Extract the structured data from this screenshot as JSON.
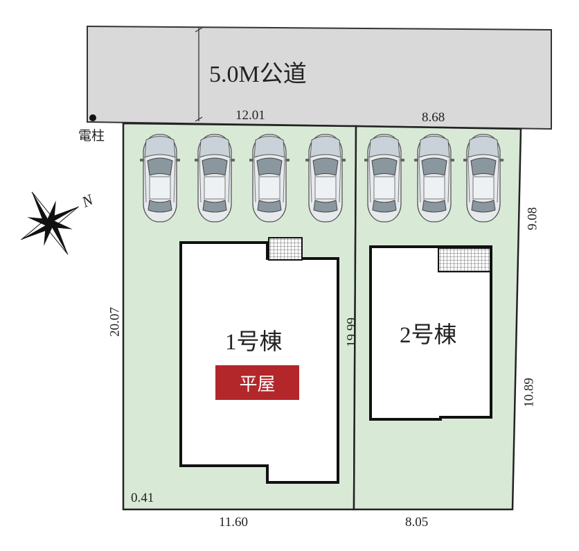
{
  "road": {
    "label": "5.0M公道"
  },
  "utility_pole": {
    "label": "電柱"
  },
  "north": {
    "label": "N"
  },
  "lot1": {
    "building_label": "1号棟",
    "badge_label": "平屋",
    "frontage": "12.01",
    "rear": "11.60",
    "left_side": "20.07",
    "shared_side": "19.99",
    "corner_note": "0.41"
  },
  "lot2": {
    "building_label": "2号棟",
    "frontage": "8.68",
    "rear": "8.05",
    "right_upper": "9.08",
    "right_lower": "10.89"
  },
  "colors": {
    "lot_fill": "#d8ead6",
    "road_fill": "#d9d9d9",
    "badge": "#b3262a",
    "line": "#222222"
  },
  "parking": {
    "lot1_spaces": 4,
    "lot2_spaces": 3,
    "icon": "car-icon"
  }
}
